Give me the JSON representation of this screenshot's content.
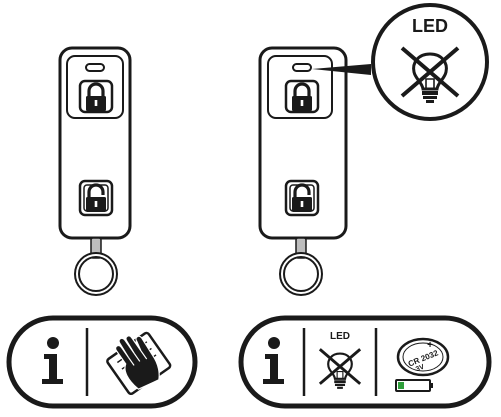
{
  "callout": {
    "label": "LED"
  },
  "info_panel_right": {
    "led_label": "LED",
    "battery": {
      "polarity": "+",
      "model": "CR 2032",
      "voltage": "3V",
      "indicator_color": "#2e9e3a"
    }
  },
  "icons": {
    "lock": "padlock-closed-icon",
    "unlock": "padlock-open-icon",
    "info": "info-icon",
    "wipe": "hand-wiping-icon",
    "led_off": "led-off-icon",
    "battery": "coin-battery-icon",
    "battery_level": "battery-level-icon"
  }
}
